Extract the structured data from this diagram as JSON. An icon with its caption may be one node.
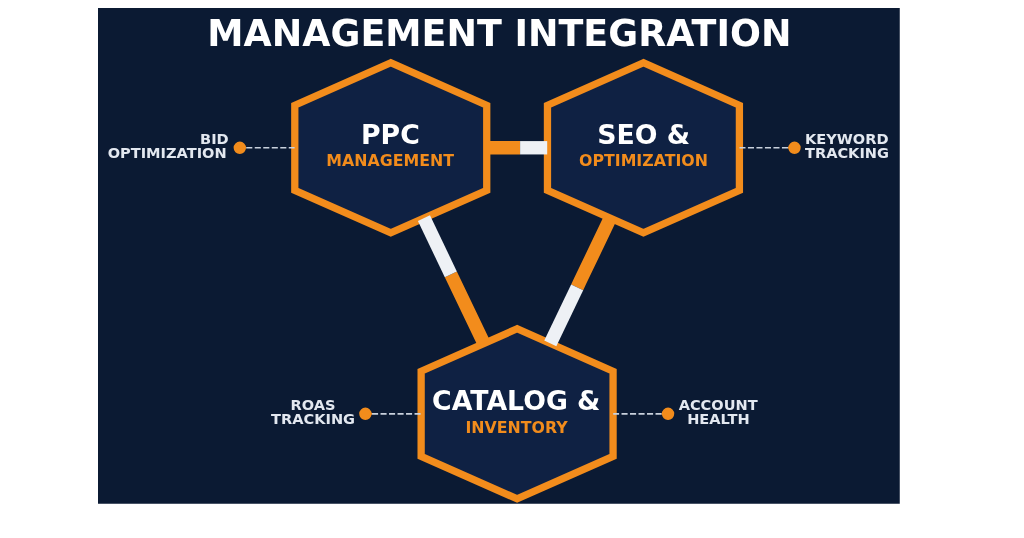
{
  "diagram": {
    "title": "MANAGEMENT INTEGRATION",
    "nodes": [
      {
        "text": [
          "BID OPTIMIZATION"
        ]
      },
      {
        "text": [
          "PPC",
          "MANAGEMENT"
        ]
      },
      {
        "text": [
          "SEO &",
          "OPTIMIZATION"
        ]
      },
      {
        "text": [
          "KEYWORD TRACKING"
        ]
      },
      {
        "text": [
          "ROAS TRACKING"
        ]
      },
      {
        "text": [
          "CATALOG &",
          "INVENTORY"
        ]
      },
      {
        "text": [
          "ACCOUNT HEALTH"
        ]
      }
    ],
    "edges": [
      {
        "from": 1,
        "to": 2,
        "arrow": "none",
        "style": "thick",
        "color": "#f28c1c"
      },
      {
        "from": 2,
        "to": 5,
        "arrow": "none",
        "style": "thick",
        "color": "#f28c1c"
      },
      {
        "from": 5,
        "to": 1,
        "arrow": "none",
        "style": "thick",
        "color": "#f28c1c"
      },
      {
        "from": 0,
        "to": 1,
        "arrow": "other",
        "style": "dashed"
      },
      {
        "from": 3,
        "to": 2,
        "arrow": "other",
        "style": "dashed"
      },
      {
        "from": 4,
        "to": 5,
        "arrow": "other",
        "style": "dashed"
      },
      {
        "from": 6,
        "to": 5,
        "arrow": "other",
        "style": "dashed"
      }
    ]
  }
}
